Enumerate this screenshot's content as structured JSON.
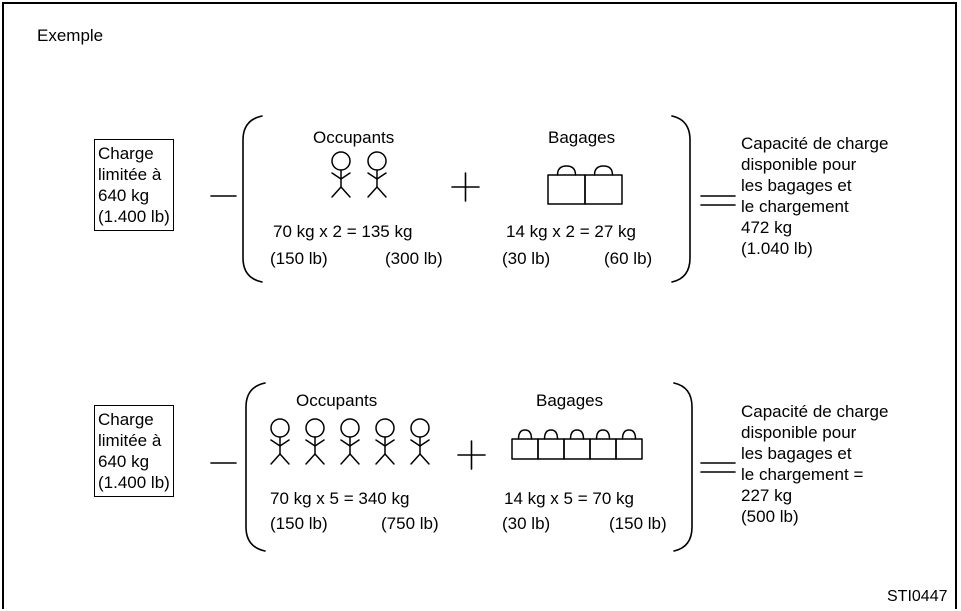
{
  "title": "Exemple",
  "code": "STI0447",
  "rows": [
    {
      "limit_lines": [
        "Charge",
        "limitée à",
        "640 kg",
        "(1.400 lb)"
      ],
      "occupants_label": "Occupants",
      "occupants_calc": "70 kg  x 2 = 135 kg",
      "occupants_lb_each": "(150 lb)",
      "occupants_lb_total": "(300 lb)",
      "luggage_label": "Bagages",
      "luggage_calc": "14 kg x 2 = 27 kg",
      "luggage_lb_each": "(30 lb)",
      "luggage_lb_total": "(60 lb)",
      "result_lines": [
        "Capacité de charge",
        "disponible pour",
        "les bagages et",
        "le chargement",
        "472 kg",
        "(1.040 lb)"
      ],
      "occupant_count": 2,
      "luggage_count": 2
    },
    {
      "limit_lines": [
        "Charge",
        "limitée à",
        "640 kg",
        "(1.400 lb)"
      ],
      "occupants_label": "Occupants",
      "occupants_calc": "70 kg  x 5 = 340 kg",
      "occupants_lb_each": "(150 lb)",
      "occupants_lb_total": "(750 lb)",
      "luggage_label": "Bagages",
      "luggage_calc": "14 kg  x 5 = 70 kg",
      "luggage_lb_each": "(30 lb)",
      "luggage_lb_total": "(150 lb)",
      "result_lines": [
        "Capacité de charge",
        "disponible pour",
        "les bagages et",
        "le chargement =",
        "227 kg",
        "(500 lb)"
      ],
      "occupant_count": 5,
      "luggage_count": 5
    }
  ],
  "icons": [
    "stick-figure-icon",
    "luggage-icon",
    "minus-sign-icon",
    "plus-sign-icon",
    "equals-sign-icon",
    "bracket-icon"
  ]
}
